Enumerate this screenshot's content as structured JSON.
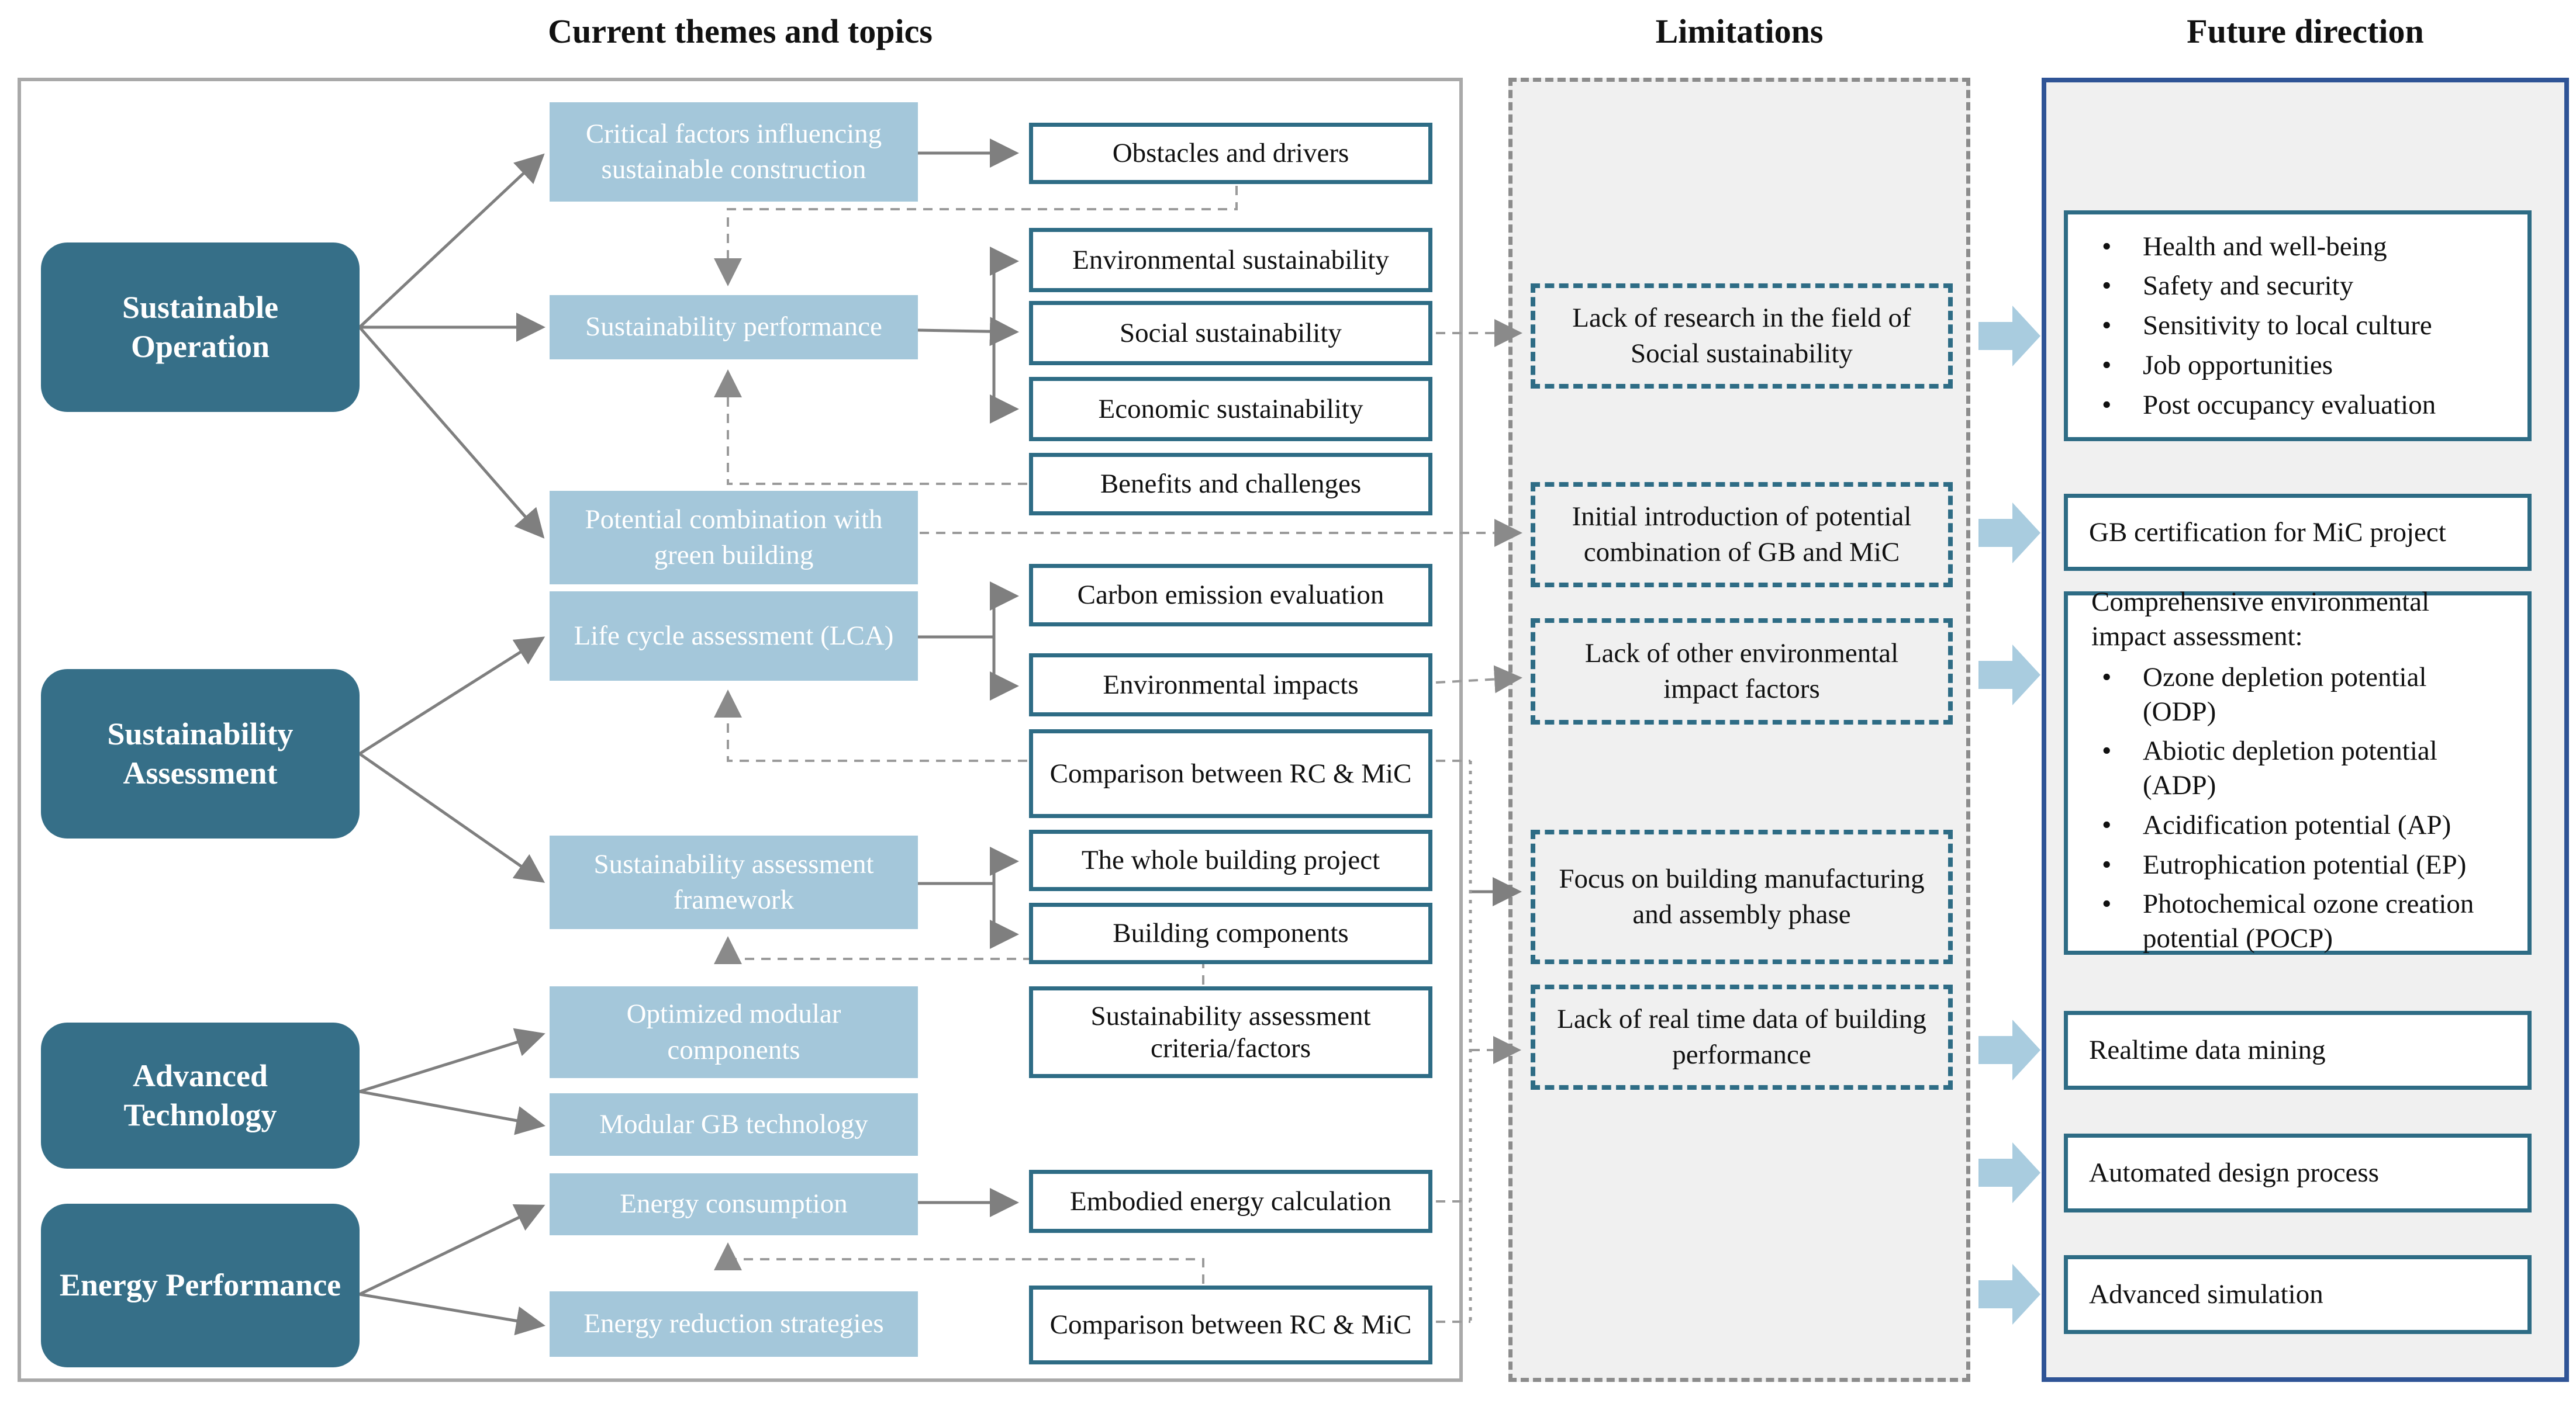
{
  "headers": {
    "current_themes": "Current themes and topics",
    "limitations": "Limitations",
    "future_direction": "Future direction"
  },
  "colors": {
    "category_fill": "#366F88",
    "theme_fill": "#A4C7DA",
    "topic_border": "#2E6C85",
    "limitation_border": "#2E6C85",
    "future_panel_border": "#2F5496",
    "panel_fill": "#F0F0F0",
    "block_arrow_fill": "#A9CCDF",
    "solid_connector": "#7F7F7F",
    "dashed_connector": "#9A9A9A"
  },
  "categories": [
    {
      "label": "Sustainable Operation"
    },
    {
      "label": "Sustainability Assessment"
    },
    {
      "label": "Advanced Technology"
    },
    {
      "label": "Energy Performance"
    }
  ],
  "themes": [
    {
      "label": "Critical factors influencing sustainable construction"
    },
    {
      "label": "Sustainability performance"
    },
    {
      "label": "Potential combination with green building"
    },
    {
      "label": "Life cycle assessment (LCA)"
    },
    {
      "label": "Sustainability assessment framework"
    },
    {
      "label": "Optimized modular components"
    },
    {
      "label": "Modular GB technology"
    },
    {
      "label": "Energy consumption"
    },
    {
      "label": "Energy reduction strategies"
    }
  ],
  "topics": [
    {
      "label": "Obstacles and drivers"
    },
    {
      "label": "Environmental sustainability"
    },
    {
      "label": "Social sustainability"
    },
    {
      "label": "Economic sustainability"
    },
    {
      "label": "Benefits and challenges"
    },
    {
      "label": "Carbon emission evaluation"
    },
    {
      "label": "Environmental impacts"
    },
    {
      "label": "Comparison between RC & MiC"
    },
    {
      "label": "The whole building project"
    },
    {
      "label": "Building components"
    },
    {
      "label": "Sustainability assessment criteria/factors"
    },
    {
      "label": "Embodied energy calculation"
    },
    {
      "label": "Comparison between RC & MiC"
    }
  ],
  "limitations": [
    {
      "label": "Lack of research in the field of Social sustainability"
    },
    {
      "label": "Initial introduction of potential combination of GB and MiC"
    },
    {
      "label": "Lack of other environmental impact factors"
    },
    {
      "label": "Focus on building manufacturing and assembly phase"
    },
    {
      "label": "Lack of real time data of building performance"
    }
  ],
  "future": {
    "social": {
      "items": [
        {
          "label": "Health and well-being"
        },
        {
          "label": "Safety and security"
        },
        {
          "label": "Sensitivity to local culture"
        },
        {
          "label": "Job opportunities"
        },
        {
          "label": "Post occupancy evaluation"
        }
      ]
    },
    "gb_certification": {
      "label": "GB certification for MiC project"
    },
    "comprehensive": {
      "title": "Comprehensive environmental impact assessment:",
      "items": [
        {
          "label": "Ozone depletion potential (ODP)"
        },
        {
          "label": "Abiotic depletion potential (ADP)"
        },
        {
          "label": "Acidification potential (AP)"
        },
        {
          "label": "Eutrophication potential (EP)"
        },
        {
          "label": "Photochemical ozone creation potential (POCP)"
        }
      ]
    },
    "realtime": {
      "label": "Realtime data mining"
    },
    "automated": {
      "label": "Automated design process"
    },
    "simulation": {
      "label": "Advanced simulation"
    }
  }
}
